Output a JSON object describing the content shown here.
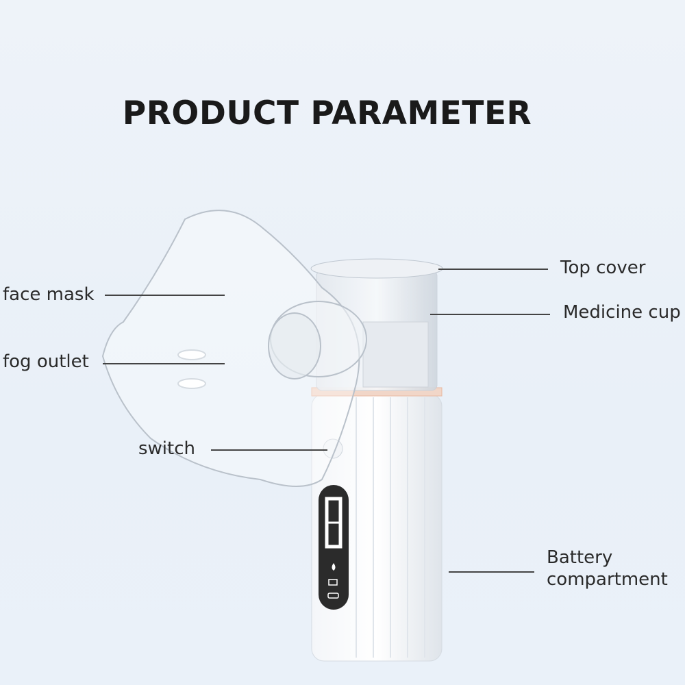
{
  "title": "PRODUCT PARAMETER",
  "labels": {
    "face_mask": "face mask",
    "fog_outlet": "fog outlet",
    "switch": "switch",
    "top_cover": "Top cover",
    "medicine_cup": "Medicine cup",
    "battery_line1": "Battery",
    "battery_line2": "compartment"
  },
  "colors": {
    "background": "#eef3f9",
    "accent_ring": "#e8b8a0",
    "display": "#2b2b2b"
  }
}
